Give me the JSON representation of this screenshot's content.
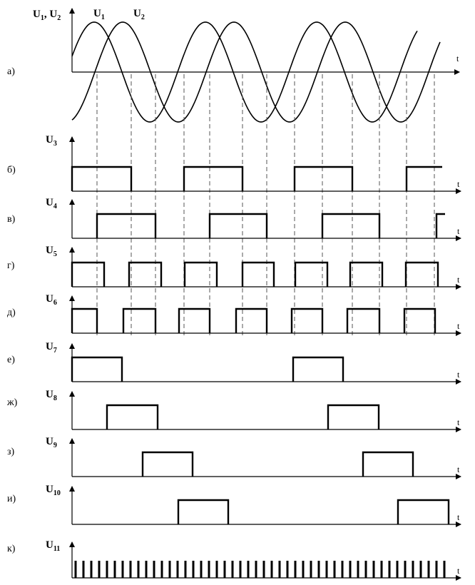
{
  "panels": [
    {
      "key": "a",
      "label": "а)",
      "ylabel_main": "U",
      "ylabel_sub": "1",
      "ylabel_sep": ", U",
      "ylabel_sub2": "2",
      "t_label": "t",
      "curve1_main": "U",
      "curve1_sub": "1",
      "curve2_main": "U",
      "curve2_sub": "2"
    },
    {
      "key": "b",
      "label": "б)",
      "ylabel_main": "U",
      "ylabel_sub": "3",
      "t_label": "t"
    },
    {
      "key": "v",
      "label": "в)",
      "ylabel_main": "U",
      "ylabel_sub": "4",
      "t_label": "t"
    },
    {
      "key": "g",
      "label": "г)",
      "ylabel_main": "U",
      "ylabel_sub": "5",
      "t_label": "t"
    },
    {
      "key": "d",
      "label": "д)",
      "ylabel_main": "U",
      "ylabel_sub": "6",
      "t_label": "t"
    },
    {
      "key": "e",
      "label": "е)",
      "ylabel_main": "U",
      "ylabel_sub": "7",
      "t_label": "t"
    },
    {
      "key": "zh",
      "label": "ж)",
      "ylabel_main": "U",
      "ylabel_sub": "8",
      "t_label": "t"
    },
    {
      "key": "z",
      "label": "з)",
      "ylabel_main": "U",
      "ylabel_sub": "9",
      "t_label": "t"
    },
    {
      "key": "i",
      "label": "и)",
      "ylabel_main": "U",
      "ylabel_sub": "10",
      "t_label": "t"
    },
    {
      "key": "k",
      "label": "к)",
      "ylabel_main": "U",
      "ylabel_sub": "11",
      "t_label": "t"
    }
  ],
  "colors": {
    "ink": "#000000",
    "dash": "#555555"
  }
}
